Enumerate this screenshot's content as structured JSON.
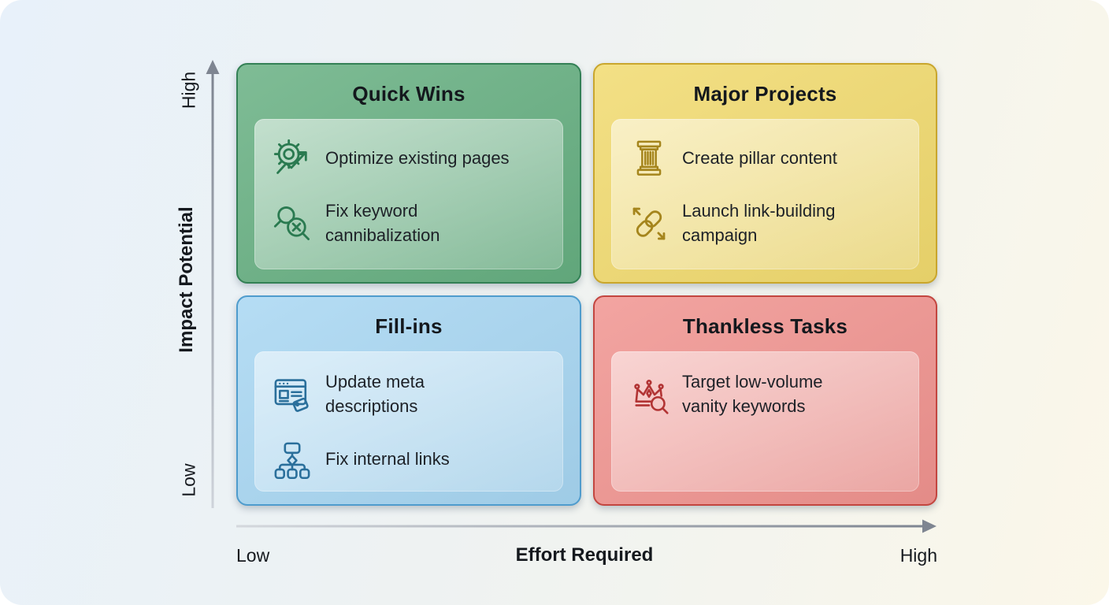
{
  "matrix": {
    "y_axis": {
      "title": "Impact Potential",
      "top_label": "High",
      "bottom_label": "Low"
    },
    "x_axis": {
      "title": "Effort Required",
      "left_label": "Low",
      "right_label": "High"
    },
    "axis_color": "#7e8591",
    "quadrants": [
      {
        "title": "Quick Wins",
        "position": "top-left",
        "fill": "#66af81",
        "border": "#338055",
        "icon_color": "#2a7a50",
        "items": [
          {
            "icon": "gear-growth-icon",
            "text": "Optimize existing pages"
          },
          {
            "icon": "search-x-icon",
            "text": "Fix keyword cannibalization"
          }
        ]
      },
      {
        "title": "Major Projects",
        "position": "top-right",
        "fill": "#f1da6e",
        "border": "#c9a62d",
        "icon_color": "#a5851c",
        "items": [
          {
            "icon": "pillar-icon",
            "text": "Create pillar content"
          },
          {
            "icon": "link-expand-icon",
            "text": "Launch link-building campaign"
          }
        ]
      },
      {
        "title": "Fill-ins",
        "position": "bottom-left",
        "fill": "#a7d6f2",
        "border": "#4f9ccd",
        "icon_color": "#2a6f9b",
        "items": [
          {
            "icon": "browser-tag-icon",
            "text": "Update meta descriptions"
          },
          {
            "icon": "sitemap-icon",
            "text": "Fix internal links"
          }
        ]
      },
      {
        "title": "Thankless Tasks",
        "position": "bottom-right",
        "fill": "#f0938f",
        "border": "#c34640",
        "icon_color": "#b23434",
        "items": [
          {
            "icon": "crown-search-icon",
            "text": "Target low-volume vanity keywords"
          }
        ]
      }
    ]
  }
}
